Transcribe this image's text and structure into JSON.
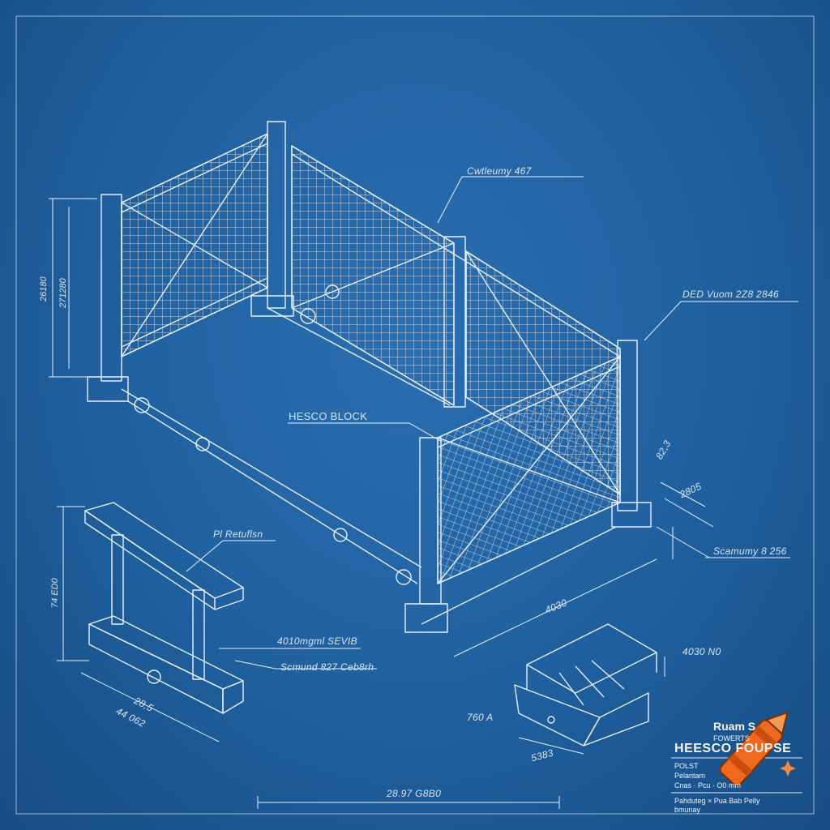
{
  "callouts": {
    "top": "Cwtleumy 467",
    "right": "DED Vuom 2Z8 2846",
    "center": "HESCO BLOCK",
    "pin": "Pl Retuflsn",
    "right_lower": "Scamumy 8 256",
    "bracket_a": "4010mgml SEVIB",
    "bracket_b": "Scmund 827 Ceb8rh",
    "base_w": "4030 N0",
    "clip": "760 A"
  },
  "dimensions": {
    "left_height_a": "26180",
    "left_height_b": "271280",
    "lower_left_height": "74 ED0",
    "bracket_width_a": "28,5",
    "bracket_width_b": "44 062",
    "right_small_a": "82,3",
    "right_small_b": "2805",
    "lower_right_a": "4030",
    "base_total": "28.97 G8B0",
    "base_foot": "5383"
  },
  "title_block": {
    "line1": "Ruam S",
    "line2": "FOWERTS",
    "line3": "HEESCO FOUPSE",
    "line4": "POLST",
    "line5": "Pelantam",
    "line6": "Cnas · Pcu · O0 mm",
    "line7": "Pahduteg × Pua Bab Pelly",
    "line8": "bmunay"
  },
  "colors": {
    "blueprint_bg": "#1f5f9e",
    "line": "#e7f0fb",
    "crayon_orange": "#ef6a1f"
  },
  "icons": [
    "crayon-icon",
    "sparkle-icon"
  ]
}
